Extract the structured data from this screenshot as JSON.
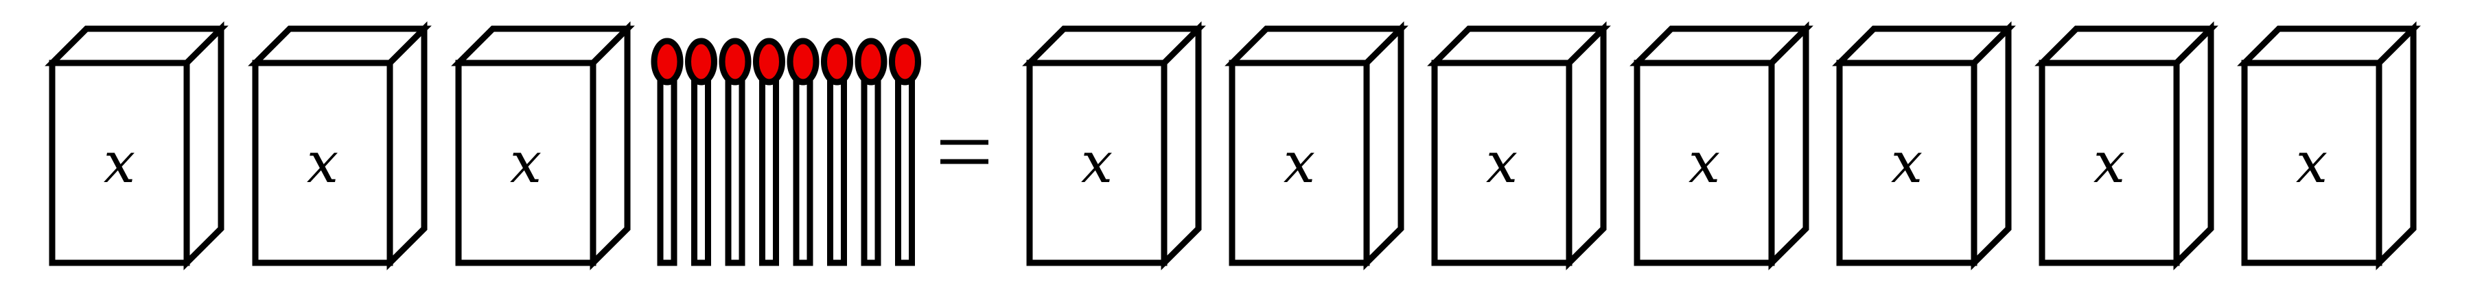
{
  "equation": {
    "left_boxes": [
      {
        "label": "x"
      },
      {
        "label": "x"
      },
      {
        "label": "x"
      }
    ],
    "matchstick_count": 8,
    "equals_sign": "=",
    "right_boxes": [
      {
        "label": "x"
      },
      {
        "label": "x"
      },
      {
        "label": "x"
      },
      {
        "label": "x"
      },
      {
        "label": "x"
      },
      {
        "label": "x"
      },
      {
        "label": "x"
      }
    ]
  },
  "colors": {
    "outline": "#000000",
    "box_fill": "#ffffff",
    "match_head": "#ee0000",
    "match_stick": "#ffffff"
  },
  "icons": {
    "box": "matchbox-icon",
    "matchstick": "matchstick-icon"
  }
}
